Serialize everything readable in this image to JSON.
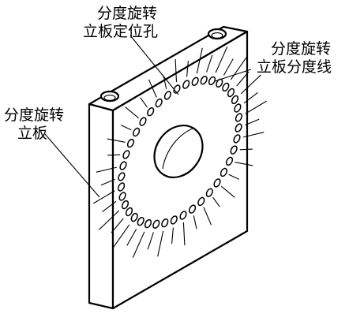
{
  "labels": {
    "hole_label": [
      "分度旋转",
      "立板定位孔"
    ],
    "line_label": [
      "分度旋转",
      "立板分度线"
    ],
    "plate_label": [
      "分度旋转",
      "立板"
    ]
  },
  "ring": {
    "hole_count": 40
  }
}
